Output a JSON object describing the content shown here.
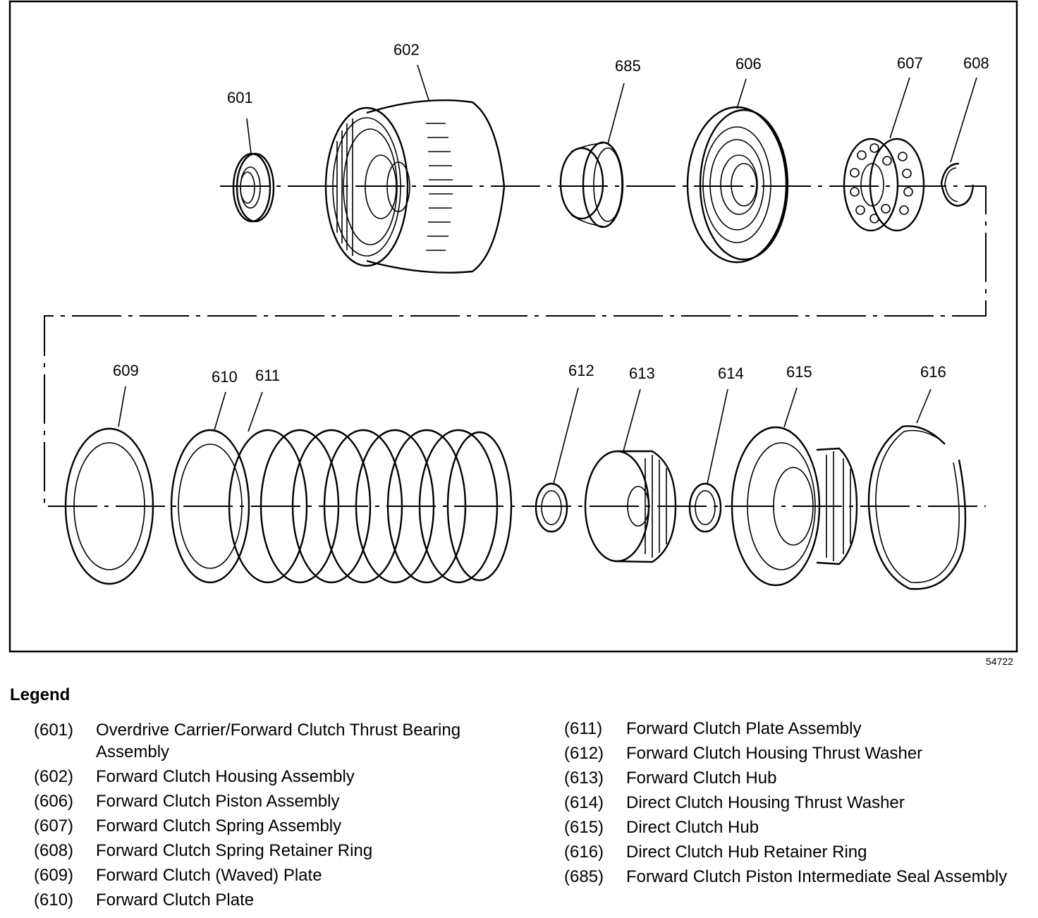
{
  "figure_number": "54722",
  "callouts": {
    "c601": "601",
    "c602": "602",
    "c685": "685",
    "c606": "606",
    "c607": "607",
    "c608": "608",
    "c609": "609",
    "c610": "610",
    "c611": "611",
    "c612": "612",
    "c613": "613",
    "c614": "614",
    "c615": "615",
    "c616": "616"
  },
  "legend": {
    "title": "Legend",
    "left": [
      {
        "num": "(601)",
        "desc": "Overdrive Carrier/Forward Clutch Thrust Bearing Assembly"
      },
      {
        "num": "(602)",
        "desc": "Forward Clutch Housing Assembly"
      },
      {
        "num": "(606)",
        "desc": "Forward Clutch Piston Assembly"
      },
      {
        "num": "(607)",
        "desc": "Forward Clutch Spring Assembly"
      },
      {
        "num": "(608)",
        "desc": "Forward Clutch Spring Retainer Ring"
      },
      {
        "num": "(609)",
        "desc": "Forward Clutch (Waved) Plate"
      },
      {
        "num": "(610)",
        "desc": "Forward Clutch Plate"
      }
    ],
    "right": [
      {
        "num": "(611)",
        "desc": "Forward Clutch Plate Assembly"
      },
      {
        "num": "(612)",
        "desc": "Forward Clutch Housing Thrust Washer"
      },
      {
        "num": "(613)",
        "desc": "Forward Clutch Hub"
      },
      {
        "num": "(614)",
        "desc": "Direct Clutch Housing Thrust Washer"
      },
      {
        "num": "(615)",
        "desc": "Direct Clutch Hub"
      },
      {
        "num": "(616)",
        "desc": "Direct Clutch Hub Retainer Ring"
      },
      {
        "num": "(685)",
        "desc": "Forward Clutch Piston Intermediate Seal Assembly"
      }
    ]
  }
}
